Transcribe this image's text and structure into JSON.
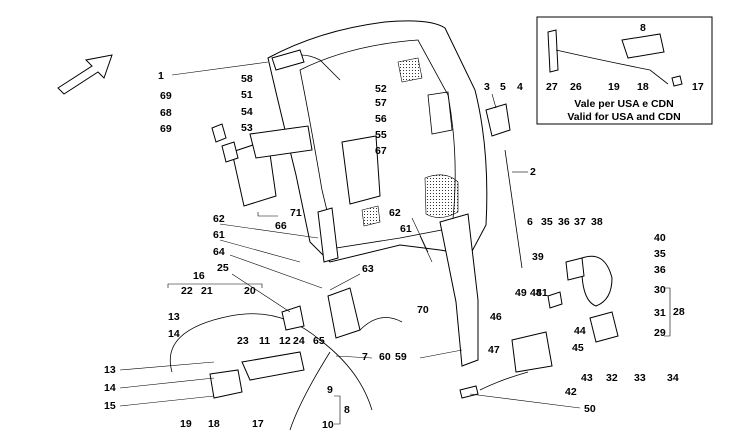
{
  "inset": {
    "caption_it": "Vale per USA e CDN",
    "caption_en": "Valid for USA and CDN",
    "callouts": [
      "8",
      "26",
      "27",
      "19",
      "18",
      "17"
    ]
  },
  "callouts": [
    "1",
    "2",
    "3",
    "4",
    "5",
    "6",
    "7",
    "8",
    "9",
    "10",
    "11",
    "12",
    "13",
    "13",
    "14",
    "14",
    "15",
    "16",
    "17",
    "18",
    "19",
    "20",
    "21",
    "22",
    "23",
    "24",
    "25",
    "28",
    "29",
    "30",
    "31",
    "32",
    "33",
    "34",
    "35",
    "35",
    "36",
    "36",
    "37",
    "38",
    "39",
    "40",
    "41",
    "42",
    "43",
    "44",
    "45",
    "46",
    "47",
    "48",
    "49",
    "50",
    "51",
    "52",
    "53",
    "54",
    "55",
    "56",
    "57",
    "58",
    "59",
    "60",
    "61",
    "61",
    "62",
    "62",
    "63",
    "64",
    "65",
    "66",
    "67",
    "68",
    "69",
    "69",
    "70",
    "71"
  ]
}
